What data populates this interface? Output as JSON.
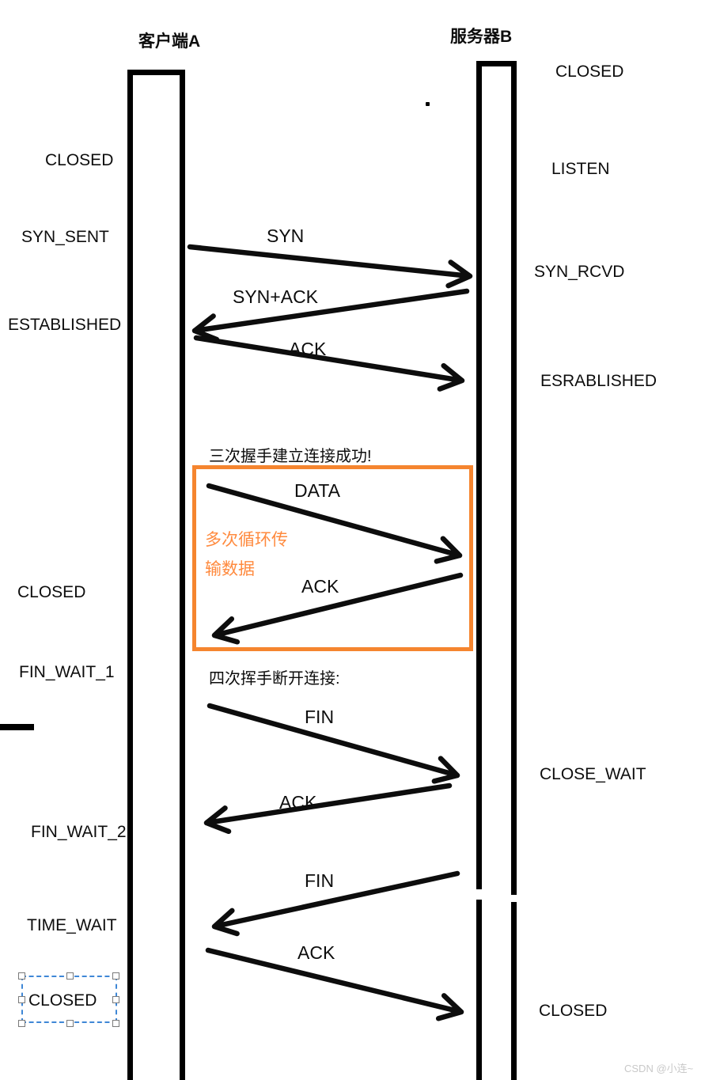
{
  "header": {
    "client": "客户端A",
    "server": "服务器B"
  },
  "left_states": [
    {
      "label": "CLOSED"
    },
    {
      "label": "SYN_SENT"
    },
    {
      "label": "ESTABLISHED"
    },
    {
      "label": "CLOSED"
    },
    {
      "label": "FIN_WAIT_1"
    },
    {
      "label": "FIN_WAIT_2"
    },
    {
      "label": "TIME_WAIT"
    },
    {
      "label": "CLOSED"
    }
  ],
  "right_states": [
    {
      "label": "CLOSED"
    },
    {
      "label": "LISTEN"
    },
    {
      "label": "SYN_RCVD"
    },
    {
      "label": "ESRABLISHED"
    },
    {
      "label": "CLOSE_WAIT"
    },
    {
      "label": "CLOSED"
    }
  ],
  "messages": [
    {
      "label": "SYN",
      "direction": "client-to-server"
    },
    {
      "label": "SYN+ACK",
      "direction": "server-to-client"
    },
    {
      "label": "ACK",
      "direction": "client-to-server"
    },
    {
      "label": "DATA",
      "direction": "client-to-server"
    },
    {
      "label": "ACK",
      "direction": "server-to-client"
    },
    {
      "label": "FIN",
      "direction": "client-to-server"
    },
    {
      "label": "ACK",
      "direction": "server-to-client"
    },
    {
      "label": "FIN",
      "direction": "server-to-client"
    },
    {
      "label": "ACK",
      "direction": "client-to-server"
    }
  ],
  "annotations": {
    "handshake_success": "三次握手建立连接成功!",
    "loop_line1": "多次循环传",
    "loop_line2": "输数据",
    "teardown": "四次挥手断开连接:"
  },
  "colors": {
    "highlight_box": "#F5852F",
    "loop_text": "#FF8A3E",
    "selection_border": "#3F87D6",
    "watermark": "#C9C9C9",
    "ink": "#0d0d0d"
  },
  "watermark": "CSDN @小连~"
}
